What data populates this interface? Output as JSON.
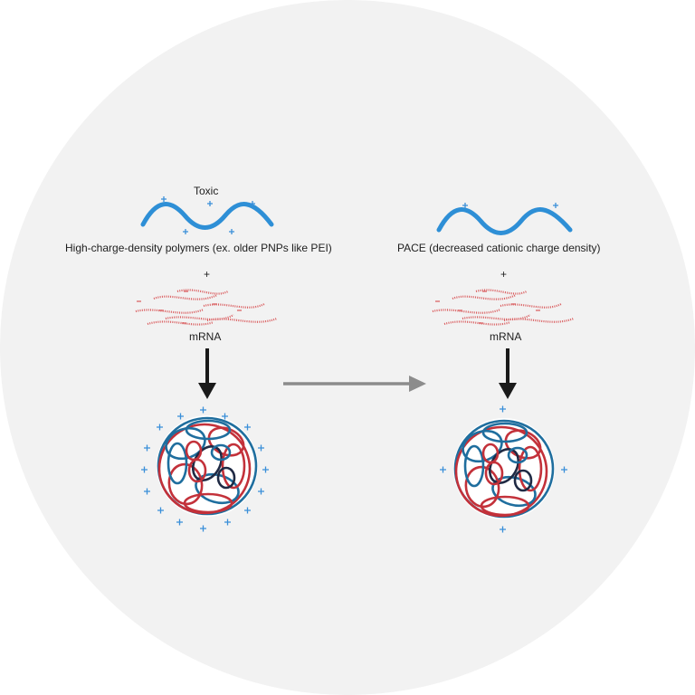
{
  "left": {
    "toxic_label": "Toxic",
    "polymer_label": "High-charge-density polymers (ex. older PNPs like PEI)",
    "plus_sign": "+",
    "mrna_label": "mRNA"
  },
  "right": {
    "polymer_label": "PACE (decreased cationic charge density)",
    "plus_sign": "+",
    "mrna_label": "mRNA"
  },
  "colors": {
    "background_circle": "#f2f2f2",
    "polymer_wave": "#2e8fd6",
    "cation_plus": "#3a8fd9",
    "mrna_strand": "#d9595b",
    "arrow_down": "#1a1a1a",
    "arrow_right": "#8c8c8c",
    "np_blue": "#1f6e9e",
    "np_red": "#c3313a"
  },
  "icons": [
    "polymer-wave-icon",
    "mrna-strands-icon",
    "nanoparticle-icon",
    "down-arrow-icon",
    "right-arrow-icon"
  ]
}
